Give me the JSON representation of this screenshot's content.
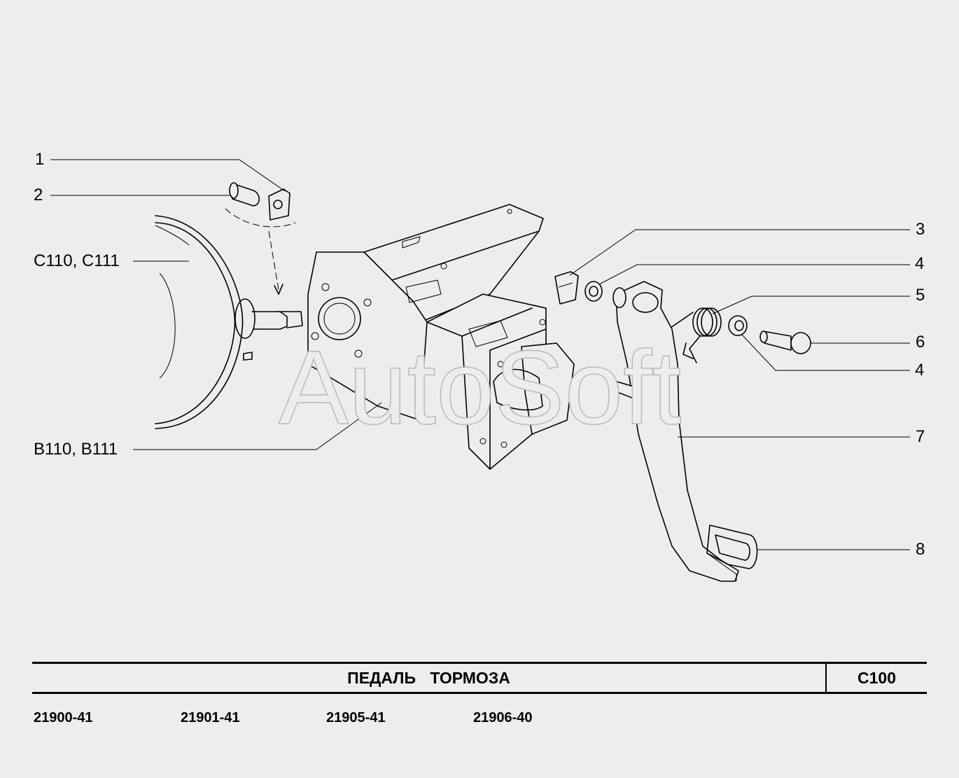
{
  "callouts": {
    "c1": "1",
    "c2": "2",
    "c_c110": "C110, C111",
    "c_b110": "B110, B111",
    "c3": "3",
    "c4a": "4",
    "c5": "5",
    "c6": "6",
    "c4b": "4",
    "c7": "7",
    "c8": "8"
  },
  "watermark": "AutoSoft",
  "title": "ПЕДАЛЬ ТОРМОЗА",
  "code": "C100",
  "models": [
    "21900-41",
    "21901-41",
    "21905-41",
    "21906-40"
  ]
}
